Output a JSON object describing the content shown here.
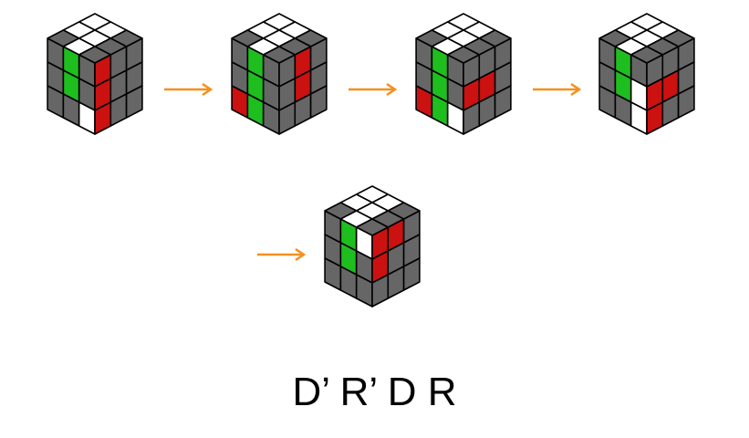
{
  "colors": {
    "gray": "#666666",
    "white": "#ffffff",
    "green": "#1fbe1f",
    "red": "#cc1111",
    "outline": "#000000",
    "arrow": "#f5901e"
  },
  "arrow_icon": "right-arrow-icon",
  "cubes": [
    {
      "top": [
        "white",
        "white",
        "gray",
        "white",
        "white",
        "white",
        "gray",
        "gray",
        "gray"
      ],
      "left": [
        "gray",
        "green",
        "gray",
        "gray",
        "green",
        "gray",
        "gray",
        "gray",
        "white"
      ],
      "right": [
        "red",
        "gray",
        "gray",
        "red",
        "gray",
        "gray",
        "red",
        "gray",
        "gray"
      ]
    },
    {
      "top": [
        "white",
        "white",
        "gray",
        "white",
        "white",
        "white",
        "gray",
        "gray",
        "gray"
      ],
      "left": [
        "gray",
        "green",
        "gray",
        "gray",
        "green",
        "gray",
        "red",
        "green",
        "gray"
      ],
      "right": [
        "gray",
        "red",
        "gray",
        "gray",
        "red",
        "gray",
        "gray",
        "gray",
        "gray"
      ]
    },
    {
      "top": [
        "white",
        "white",
        "gray",
        "white",
        "white",
        "white",
        "gray",
        "gray",
        "gray"
      ],
      "left": [
        "gray",
        "green",
        "gray",
        "gray",
        "green",
        "gray",
        "red",
        "green",
        "white"
      ],
      "right": [
        "gray",
        "gray",
        "gray",
        "red",
        "red",
        "gray",
        "gray",
        "gray",
        "gray"
      ]
    },
    {
      "top": [
        "white",
        "white",
        "gray",
        "white",
        "white",
        "white",
        "gray",
        "gray",
        "gray"
      ],
      "left": [
        "gray",
        "green",
        "gray",
        "gray",
        "green",
        "white",
        "gray",
        "gray",
        "white"
      ],
      "right": [
        "gray",
        "gray",
        "gray",
        "red",
        "red",
        "gray",
        "red",
        "gray",
        "gray"
      ]
    },
    {
      "top": [
        "white",
        "white",
        "gray",
        "white",
        "white",
        "white",
        "gray",
        "gray",
        "gray"
      ],
      "left": [
        "gray",
        "green",
        "white",
        "gray",
        "green",
        "gray",
        "gray",
        "gray",
        "gray"
      ],
      "right": [
        "red",
        "red",
        "gray",
        "red",
        "gray",
        "gray",
        "gray",
        "gray",
        "gray"
      ]
    }
  ],
  "notation": "D’ R’ D R"
}
